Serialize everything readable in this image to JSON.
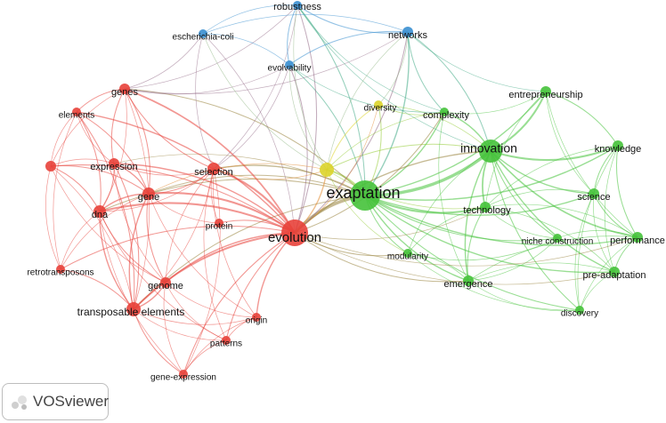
{
  "app": {
    "name": "VOSviewer"
  },
  "colors": {
    "red": "#e8413a",
    "green": "#45c23a",
    "blue": "#3a8fd0",
    "yellow": "#dcd42a",
    "purple": "#a07ab8"
  },
  "nodes": [
    {
      "id": "robustness",
      "label": "robustness",
      "cluster": "blue",
      "weight": 2,
      "size": 11
    },
    {
      "id": "escherichia-coli",
      "label": "escherichia-coli",
      "cluster": "blue",
      "weight": 2,
      "size": 10
    },
    {
      "id": "networks",
      "label": "networks",
      "cluster": "blue",
      "weight": 3,
      "size": 11
    },
    {
      "id": "evolvability",
      "label": "evolvability",
      "cluster": "blue",
      "weight": 2,
      "size": 10
    },
    {
      "id": "genes",
      "label": "genes",
      "cluster": "red",
      "weight": 3,
      "size": 11
    },
    {
      "id": "elements",
      "label": "elements",
      "cluster": "red",
      "weight": 2,
      "size": 10
    },
    {
      "id": "diversity",
      "label": "diversity",
      "cluster": "yellow",
      "weight": 2,
      "size": 10
    },
    {
      "id": "complexity",
      "label": "complexity",
      "cluster": "green",
      "weight": 2,
      "size": 11
    },
    {
      "id": "entrepreneurship",
      "label": "entrepreneurship",
      "cluster": "green",
      "weight": 3,
      "size": 11
    },
    {
      "id": "innovation",
      "label": "innovation",
      "cluster": "green",
      "weight": 10,
      "size": 14
    },
    {
      "id": "knowledge",
      "label": "knowledge",
      "cluster": "green",
      "weight": 3,
      "size": 11
    },
    {
      "id": "expression",
      "label": "expression",
      "cluster": "red",
      "weight": 3,
      "size": 11
    },
    {
      "id": "selection",
      "label": "selection",
      "cluster": "red",
      "weight": 4,
      "size": 11
    },
    {
      "id": "exaptation",
      "label": "exaptation",
      "cluster": "green",
      "weight": 14,
      "size": 18
    },
    {
      "id": "science",
      "label": "science",
      "cluster": "green",
      "weight": 3,
      "size": 11
    },
    {
      "id": "gene",
      "label": "gene",
      "cluster": "red",
      "weight": 4,
      "size": 11
    },
    {
      "id": "dna",
      "label": "dna",
      "cluster": "red",
      "weight": 4,
      "size": 11
    },
    {
      "id": "technology",
      "label": "technology",
      "cluster": "green",
      "weight": 3,
      "size": 11
    },
    {
      "id": "protein",
      "label": "protein",
      "cluster": "red",
      "weight": 2,
      "size": 10
    },
    {
      "id": "evolution",
      "label": "evolution",
      "cluster": "red",
      "weight": 12,
      "size": 15
    },
    {
      "id": "niche-construction",
      "label": "niche construction",
      "cluster": "green",
      "weight": 2,
      "size": 10
    },
    {
      "id": "performance",
      "label": "performance",
      "cluster": "green",
      "weight": 3,
      "size": 11
    },
    {
      "id": "modularity",
      "label": "modularity",
      "cluster": "green",
      "weight": 2,
      "size": 10
    },
    {
      "id": "retrotransposons",
      "label": "retrotransposons",
      "cluster": "red",
      "weight": 2,
      "size": 10
    },
    {
      "id": "pre-adaptation",
      "label": "pre-adaptation",
      "cluster": "green",
      "weight": 3,
      "size": 11
    },
    {
      "id": "genome",
      "label": "genome",
      "cluster": "red",
      "weight": 3,
      "size": 11
    },
    {
      "id": "emergence",
      "label": "emergence",
      "cluster": "green",
      "weight": 3,
      "size": 11
    },
    {
      "id": "transposable-elements",
      "label": "transposable elements",
      "cluster": "red",
      "weight": 5,
      "size": 12
    },
    {
      "id": "discovery",
      "label": "discovery",
      "cluster": "green",
      "weight": 2,
      "size": 10
    },
    {
      "id": "origin",
      "label": "origin",
      "cluster": "red",
      "weight": 2,
      "size": 10
    },
    {
      "id": "patterns",
      "label": "patterns",
      "cluster": "red",
      "weight": 2,
      "size": 10
    },
    {
      "id": "gene-expression",
      "label": "gene-expression",
      "cluster": "red",
      "weight": 2,
      "size": 10
    },
    {
      "id": "unlabeled-red",
      "label": "",
      "cluster": "red",
      "weight": 3,
      "size": 0
    },
    {
      "id": "unlabeled-yellow",
      "label": "",
      "cluster": "yellow",
      "weight": 5,
      "size": 0
    }
  ]
}
